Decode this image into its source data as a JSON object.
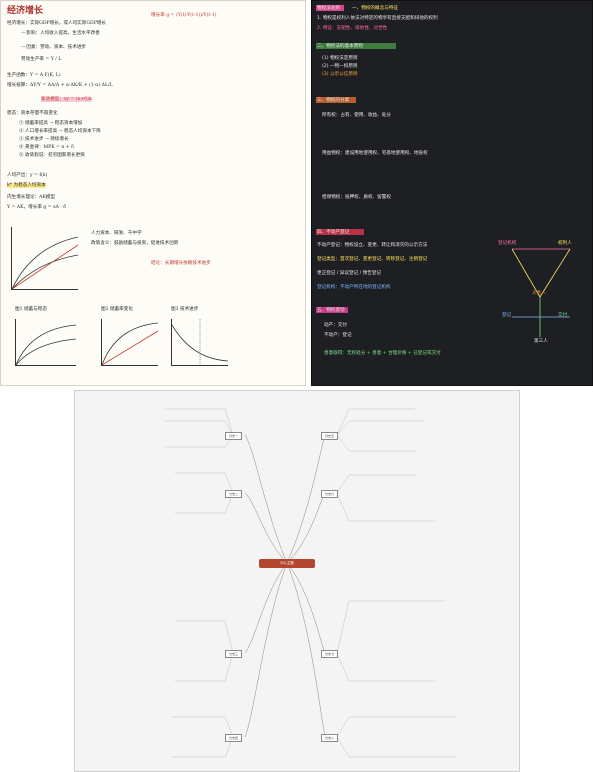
{
  "panel1": {
    "title": "经济增长",
    "lines": [
      "经济增长：实际GDP增长，或人均实际GDP增长",
      "增长率 g = (Y(t)-Y(t-1))/Y(t-1)",
      "→ 影响：人均收入提高，生活水平改善",
      "→ 因素：劳动、资本、技术进步",
      "劳动生产率 = Y / L",
      "生产函数：Y = A·F(K, L)",
      "增长核算：ΔY/Y = ΔA/A + α·ΔK/K + (1-α)·ΔL/L",
      "索洛模型：sy = (n+δ)k",
      "稳态：资本存量不再变化",
      "① 储蓄率提高 → 稳态资本增加",
      "② 人口增长率提高 → 稳态人均资本下降",
      "③ 技术进步 → 持续增长",
      "④ 黄金律：MPK = n + δ",
      "⑤ 收敛假说：贫穷国家增长更快",
      "人均产出：y = f(k)",
      "k* 为稳态人均资本",
      "内生增长理论：AK模型",
      "Y = AK，增长率 g = sA - δ",
      "人力资本、研发、干中学",
      "政策含义：鼓励储蓄与投资，促进技术创新",
      "结论：长期增长依赖技术进步"
    ],
    "graph_captions": [
      "图1 储蓄与稳态",
      "图2 储蓄率变化",
      "图3 技术进步"
    ]
  },
  "panel2": {
    "lines": [
      "物权法总则",
      "一、物权的概念与特征",
      "1. 物权是权利人依法对特定的物享有直接支配和排他的权利",
      "2. 特征：支配性、排他性、对世性",
      "二、物权法的基本原则",
      "(1) 物权法定原则",
      "(2) 一物一权原则",
      "(3) 公示公信原则",
      "三、物权的分类",
      "所有权：占有、使用、收益、处分",
      "用益物权：建设用地使用权、宅基地使用权、地役权",
      "担保物权：抵押权、质权、留置权",
      "四、不动产登记",
      "不动产登记：物权设立、变更、转让和消灭的公示方法",
      "登记类型：首次登记、变更登记、转移登记、注销登记",
      "更正登记 / 异议登记 / 预告登记",
      "登记机构：不动产所在地的登记机构",
      "五、物权变动",
      "动产：交付",
      "不动产：登记",
      "善意取得：无权处分 + 善意 + 合理价格 + 已登记或交付"
    ],
    "diagram_labels": [
      "登记机构",
      "权利人",
      "义务人",
      "登记",
      "交付",
      "第三人"
    ]
  },
  "panel3": {
    "center": "中心主题",
    "branches": [
      "分支一",
      "分支二",
      "分支三",
      "分支四",
      "分支五",
      "分支六",
      "分支七",
      "分支八"
    ]
  },
  "colors": {
    "paper": "#fdfcf7",
    "chalkboard": "#1e1f22",
    "mindmap_bg": "#f4f4f4",
    "mindmap_center": "#b4462f",
    "accent_red": "#c0392b",
    "accent_pink": "#ff6aa8",
    "accent_yellow": "#ffe45c"
  }
}
